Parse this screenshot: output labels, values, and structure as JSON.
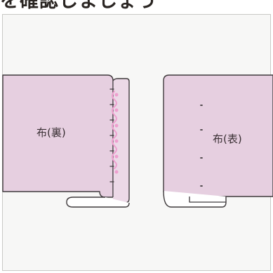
{
  "heading": {
    "text": "を確認しましょう"
  },
  "colors": {
    "fabric": "#e6cfe0",
    "outline": "#3f3a3c",
    "stitch": "#ee9fcf",
    "panel": "#f7f7f6"
  },
  "figures": {
    "left": {
      "label": "布(裏)"
    },
    "right": {
      "label": "布(表)"
    }
  }
}
